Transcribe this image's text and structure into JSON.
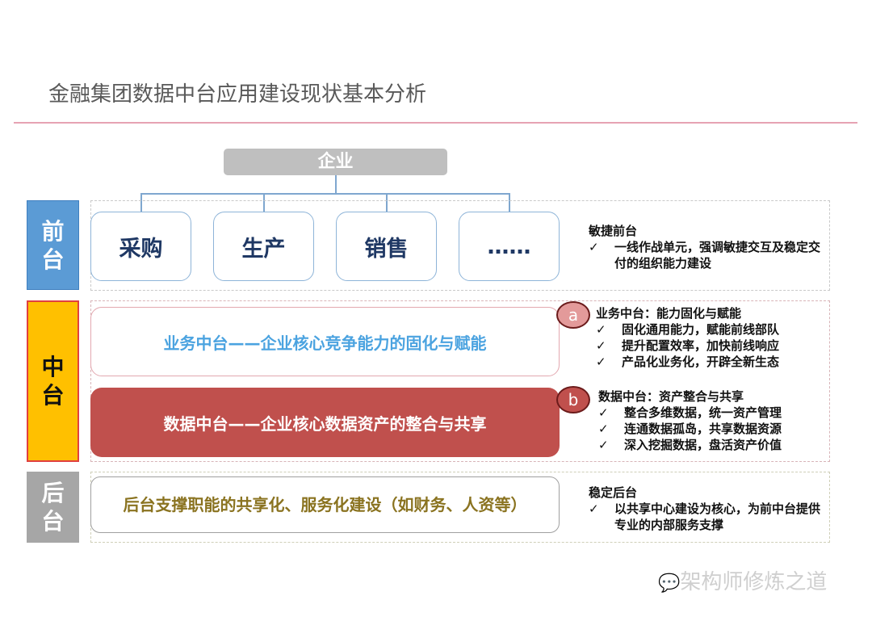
{
  "title": "金融集团数据中台应用建设现状基本分析",
  "enterprise": "企业",
  "front": {
    "label": "前台",
    "boxes": [
      "采购",
      "生产",
      "销售",
      "……"
    ],
    "note": {
      "heading": "敏捷前台",
      "items": [
        "一线作战单元，强调敏捷交互及稳定交付的组织能力建设"
      ]
    }
  },
  "middle": {
    "label": "中台",
    "business": {
      "text": "业务中台——企业核心竞争能力的固化与赋能",
      "badge": "a",
      "note": {
        "heading": "业务中台：能力固化与赋能",
        "items": [
          "固化通用能力，赋能前线部队",
          "提升配置效率，加快前线响应",
          "产品化业务化，开辟全新生态"
        ]
      }
    },
    "data": {
      "text": "数据中台——企业核心数据资产的整合与共享",
      "badge": "b",
      "note": {
        "heading": "数据中台：资产整合与共享",
        "items": [
          "整合多维数据，统一资产管理",
          "连通数据孤岛，共享数据资源",
          "深入挖掘数据，盘活资产价值"
        ]
      }
    }
  },
  "back": {
    "label": "后台",
    "text": "后台支撑职能的共享化、服务化建设（如财务、人资等）",
    "note": {
      "heading": "稳定后台",
      "items": [
        "以共享中心建设为核心，为前中台提供专业的内部服务支撑"
      ]
    }
  },
  "check": "✓",
  "watermark": "架构师修炼之道"
}
